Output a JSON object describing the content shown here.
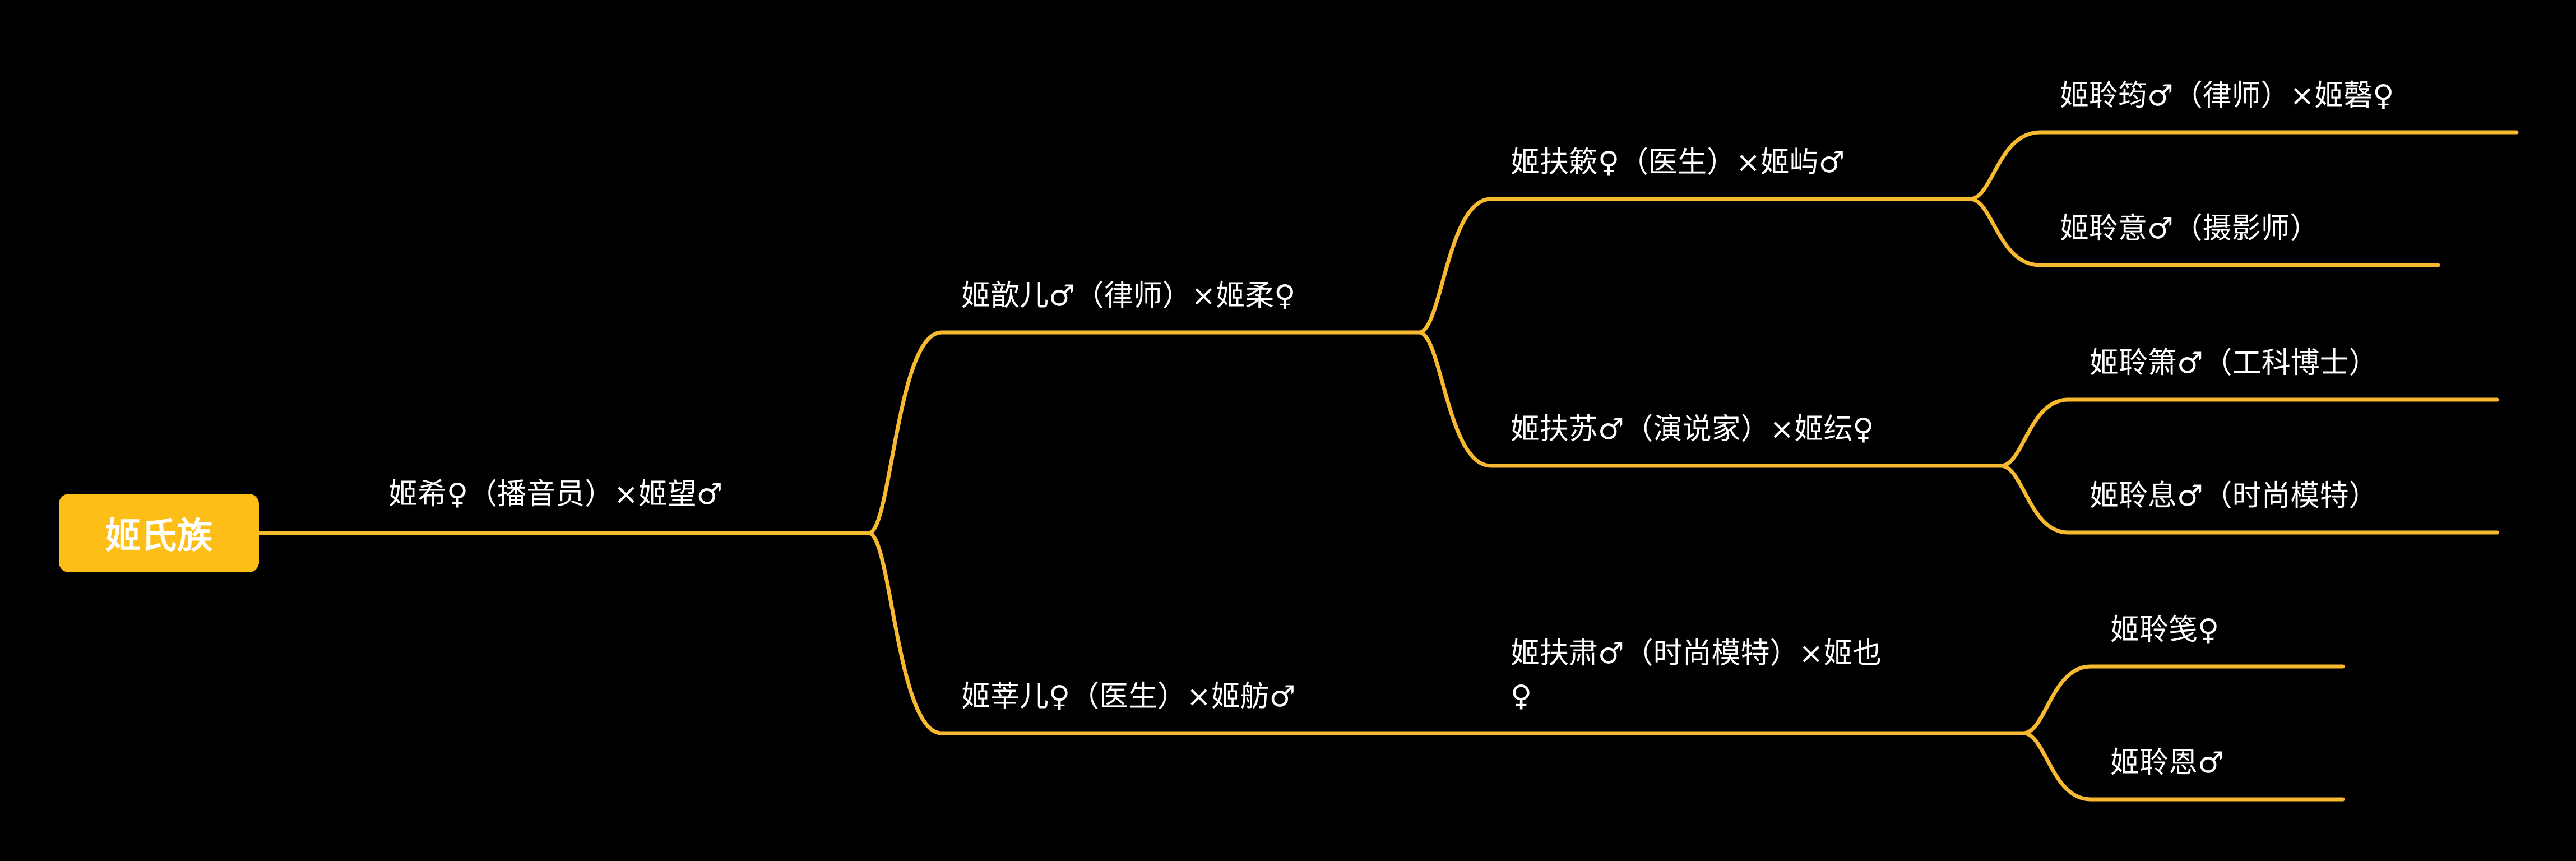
{
  "colors": {
    "background": "#000000",
    "line": "#F7B92F",
    "root_fill": "#FDBE18",
    "root_text": "#FFFFFF",
    "node_text": "#FFFFFF"
  },
  "root": {
    "label": "姬氏族"
  },
  "nodes": {
    "gen1": {
      "label": "姬希♀（播音员）×姬望♂"
    },
    "gen2_a": {
      "label": "姬歆儿♂（律师）×姬柔♀"
    },
    "gen2_b": {
      "label": "姬莘儿♀（医生）×姬舫♂"
    },
    "gen3_a": {
      "label": "姬扶簌♀（医生）×姬屿♂"
    },
    "gen3_b": {
      "label": "姬扶苏♂（演说家）×姬纭♀"
    },
    "gen3_c": {
      "label": "姬扶肃♂（时尚模特）×姬也♀"
    },
    "gen4_a": {
      "label": "姬聆筠♂（律师）×姬磬♀"
    },
    "gen4_b": {
      "label": "姬聆意♂（摄影师）"
    },
    "gen4_c": {
      "label": "姬聆箫♂（工科博士）"
    },
    "gen4_d": {
      "label": "姬聆息♂（时尚模特）"
    },
    "gen4_e": {
      "label": "姬聆笺♀"
    },
    "gen4_f": {
      "label": "姬聆恩♂"
    }
  }
}
